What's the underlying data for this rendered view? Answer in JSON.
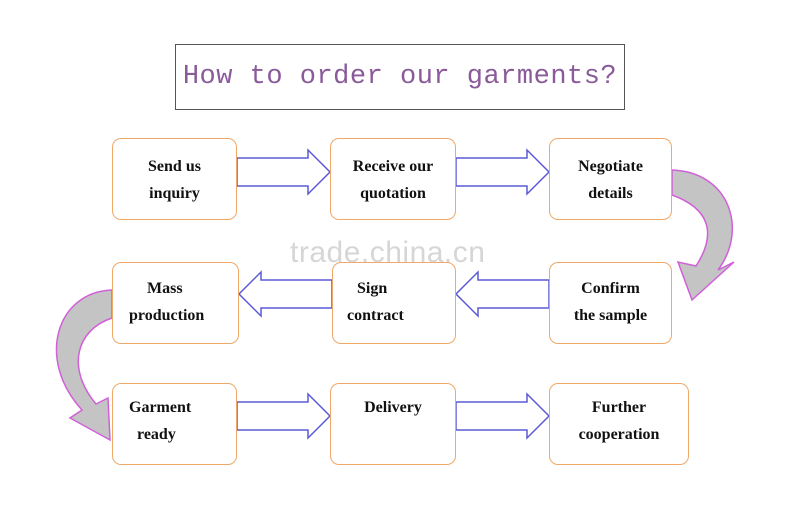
{
  "title": "How to order our garments?",
  "watermark": "trade.china.cn",
  "steps": [
    {
      "line1": "Send us",
      "line2": "inquiry"
    },
    {
      "line1": "Receive our",
      "line2": "quotation"
    },
    {
      "line1": "Negotiate",
      "line2": "details"
    },
    {
      "line1": "Confirm",
      "line2": "the sample"
    },
    {
      "line1": "Sign",
      "line2": "contract"
    },
    {
      "line1": "Mass",
      "line2": "production"
    },
    {
      "line1": "Garment",
      "line2": "ready"
    },
    {
      "line1": "Delivery",
      "line2": ""
    },
    {
      "line1": "Further",
      "line2": "cooperation"
    }
  ],
  "colors": {
    "box_border": "#f0a868",
    "arrow_stroke": "#5a5ad6",
    "curve_stroke": "#d060d8",
    "curve_fill": "#c4c4c4",
    "title_text": "#8a5a9a"
  }
}
